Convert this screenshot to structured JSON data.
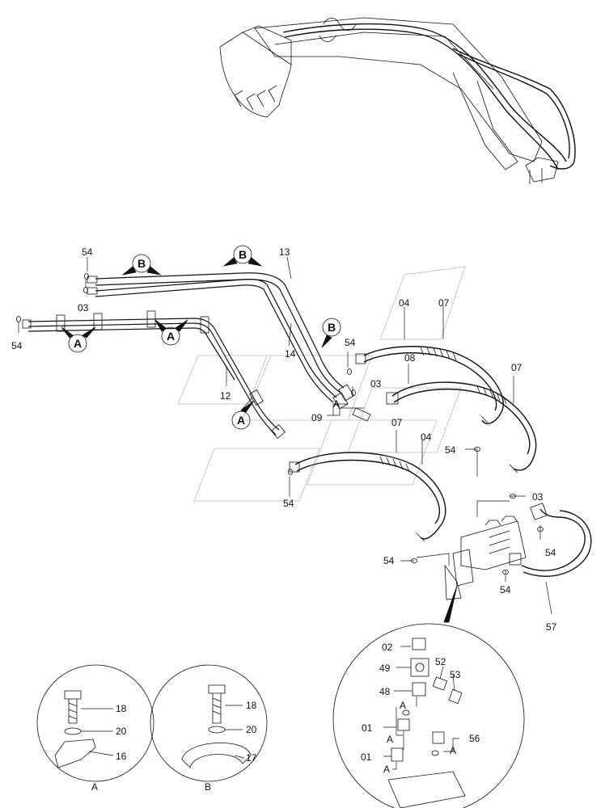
{
  "labels": {
    "l54a": "54",
    "l03a": "03",
    "l54b": "54",
    "l13": "13",
    "l14": "14",
    "l12": "12",
    "l54c": "54",
    "l03b": "03",
    "l04a": "04",
    "l07a": "07",
    "l08": "08",
    "l07b": "07",
    "l09": "09",
    "l07c": "07",
    "l04b": "04",
    "l54d": "54",
    "l54e": "54",
    "l03c": "03",
    "l54f": "54",
    "l54g": "54",
    "l54h": "54",
    "l57": "57",
    "d02": "02",
    "d49": "49",
    "d52": "52",
    "d53": "53",
    "d48": "48",
    "d01a": "01",
    "d01b": "01",
    "d56": "56",
    "dA1": "A",
    "dA2": "A",
    "dA3": "A",
    "dA4": "A",
    "dA5": "A",
    "a18": "18",
    "a20": "20",
    "a16": "16",
    "aA": "A",
    "b18": "18",
    "b20": "20",
    "b17": "17",
    "bB": "B"
  },
  "callouts": {
    "cB1": "B",
    "cB2": "B",
    "cB3": "B",
    "cA1": "A",
    "cA2": "A",
    "cA3": "A"
  },
  "colors": {
    "line": "#111111",
    "watermark": "#c8c8c8",
    "background": "#ffffff"
  }
}
